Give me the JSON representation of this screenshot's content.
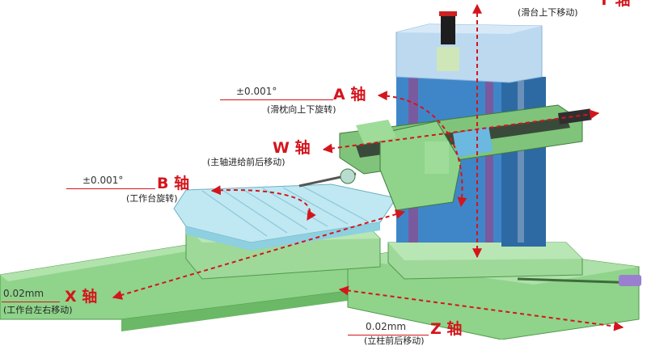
{
  "axes": {
    "y": {
      "name": "Y 轴",
      "desc": "(滑台上下移动)"
    },
    "a": {
      "name": "A 轴",
      "tolerance": "±0.001°",
      "desc": "(滑枕向上下旋转)"
    },
    "w": {
      "name": "W 轴",
      "desc": "(主轴进给前后移动)"
    },
    "b": {
      "name": "B 轴",
      "tolerance": "±0.001°",
      "desc": "(工作台旋转)"
    },
    "x": {
      "name": "X 轴",
      "tolerance": "0.02mm",
      "desc": "(工作台左右移动)"
    },
    "z": {
      "name": "Z 轴",
      "tolerance": "0.02mm",
      "desc": "(立柱前后移动)"
    }
  },
  "colors": {
    "arrow": "#d4151c",
    "base_green": "#8fd48a",
    "column_blue": "#3f86c8",
    "column_top": "#bcd9f0",
    "table_cyan": "#bfe8f2",
    "ram_green": "#7fc47a"
  }
}
